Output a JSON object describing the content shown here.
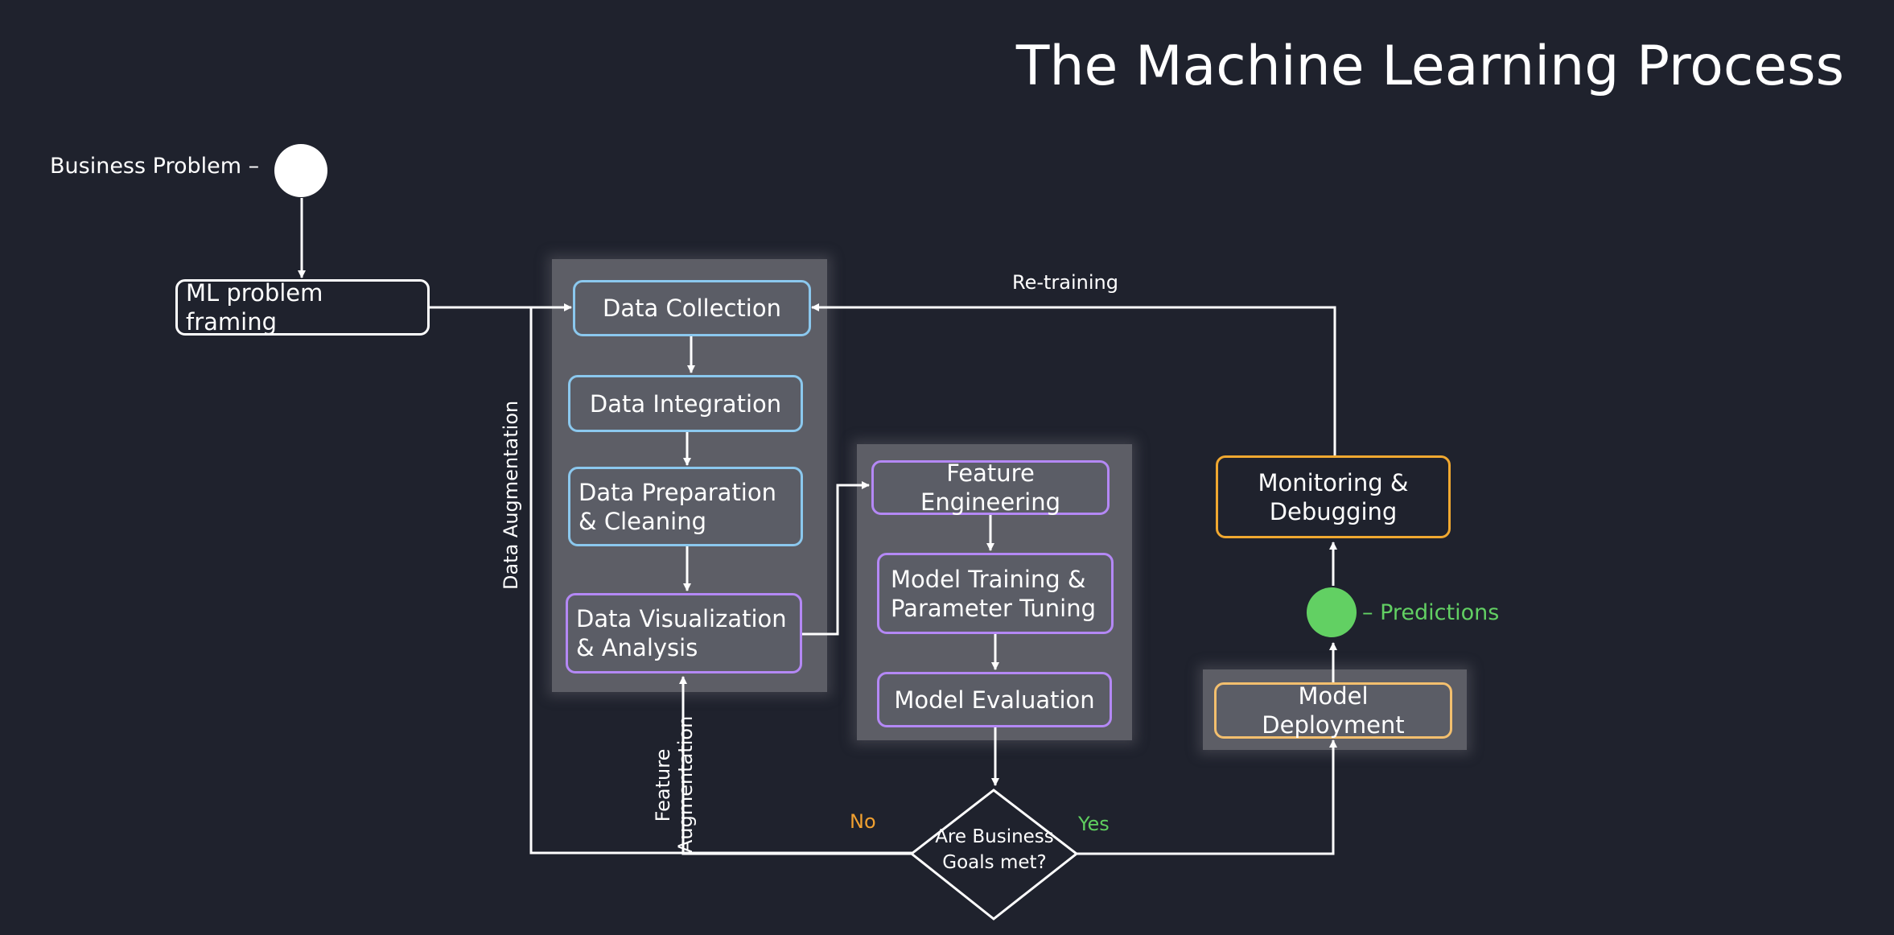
{
  "title": "The Machine Learning Process",
  "start_label": "Business Problem –",
  "predictions_label": "– Predictions",
  "nodes": {
    "ml_problem_framing": "ML problem framing",
    "data_collection": "Data Collection",
    "data_integration": "Data Integration",
    "data_preparation": "Data Preparation & Cleaning",
    "data_visualization": "Data Visualization & Analysis",
    "feature_engineering": "Feature Engineering",
    "model_training": "Model Training & Parameter Tuning",
    "model_evaluation": "Model Evaluation",
    "monitoring": "Monitoring & Debugging",
    "model_deployment": "Model Deployment"
  },
  "decision": {
    "line1": "Are Business",
    "line2": "Goals met?",
    "no": "No",
    "yes": "Yes"
  },
  "edge_labels": {
    "retraining": "Re-training",
    "data_augmentation": "Data Augmentation",
    "feature_aug_line1": "Feature",
    "feature_aug_line2": "Augmentation"
  },
  "colors": {
    "background": "#1f222d",
    "blue": "#8bc8ee",
    "purple": "#b488f5",
    "orange": "#f0a830",
    "light_orange": "#f3bf6e",
    "no": "#f0a030",
    "yes": "#5fcf5f",
    "predictions": "#62d063"
  }
}
